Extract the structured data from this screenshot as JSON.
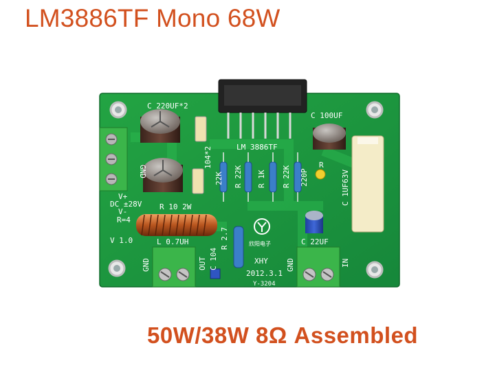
{
  "title": "LM3886TF Mono 68W",
  "subtitle": "50W/38W 8Ω Assembled",
  "silkscreen": {
    "cap_main": "C 220UF*2",
    "ic": "LM 3886TF",
    "cap_100": "C 100UF",
    "c104x2": "104*2",
    "gnd_left": "GND",
    "r22k_1": "22K",
    "r22k_2": "R 22K",
    "r1k": "R 1K",
    "r22k_3": "R 22K",
    "c220p": "220P",
    "r_mid": "R",
    "c1uf": "C 1UF63V",
    "v_plus": "V+",
    "dc28": "DC ±28V",
    "v_minus": "V-",
    "r10": "R 10 2W",
    "r4": "R=4",
    "v10": "V 1.0",
    "l07": "L 0.7UH",
    "r27": "R 2.7",
    "c22": "C 22UF",
    "gnd_out": "GND",
    "out": "OUT",
    "c104": "C 104",
    "xhy": "XHY",
    "date": "2012.3.1",
    "model": "Y-3204",
    "gnd_in": "GND",
    "in": "IN",
    "chinese": "欣阳电子"
  },
  "colors": {
    "title": "#d2501e",
    "pcb": "#1f9b3c",
    "terminal": "#3bb54a"
  }
}
